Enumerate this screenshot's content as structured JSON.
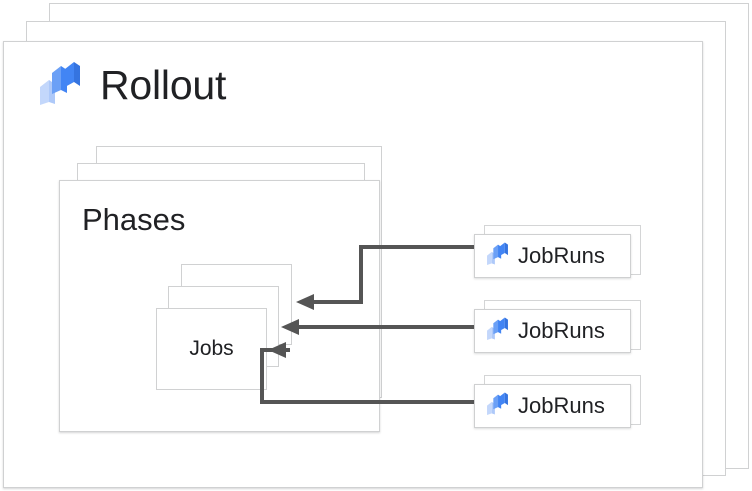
{
  "diagram": {
    "title": "Rollout",
    "icon": "rollout-logo-icon",
    "background_color": "#ffffff",
    "card_border_color": "#d0d1d2",
    "text_color": "#202124",
    "connector_color": "#555555",
    "accent_blue": "#4285f4",
    "accent_blue_light": "#c3d7fb"
  },
  "rollout": {
    "title": "Rollout",
    "stack_count": 3
  },
  "phases": {
    "title": "Phases",
    "stack_count": 3
  },
  "jobs": {
    "title": "Jobs",
    "stack_count": 3
  },
  "jobruns": [
    {
      "label": "JobRuns",
      "icon": "rollout-logo-icon"
    },
    {
      "label": "JobRuns",
      "icon": "rollout-logo-icon"
    },
    {
      "label": "JobRuns",
      "icon": "rollout-logo-icon"
    }
  ],
  "connections": [
    {
      "from": "jobruns-0",
      "to": "jobs",
      "direction": "left",
      "arrowhead": "solid-triangle"
    },
    {
      "from": "jobruns-1",
      "to": "jobs",
      "direction": "left",
      "arrowhead": "solid-triangle"
    },
    {
      "from": "jobruns-2",
      "to": "jobs",
      "direction": "left",
      "arrowhead": "solid-triangle"
    }
  ]
}
